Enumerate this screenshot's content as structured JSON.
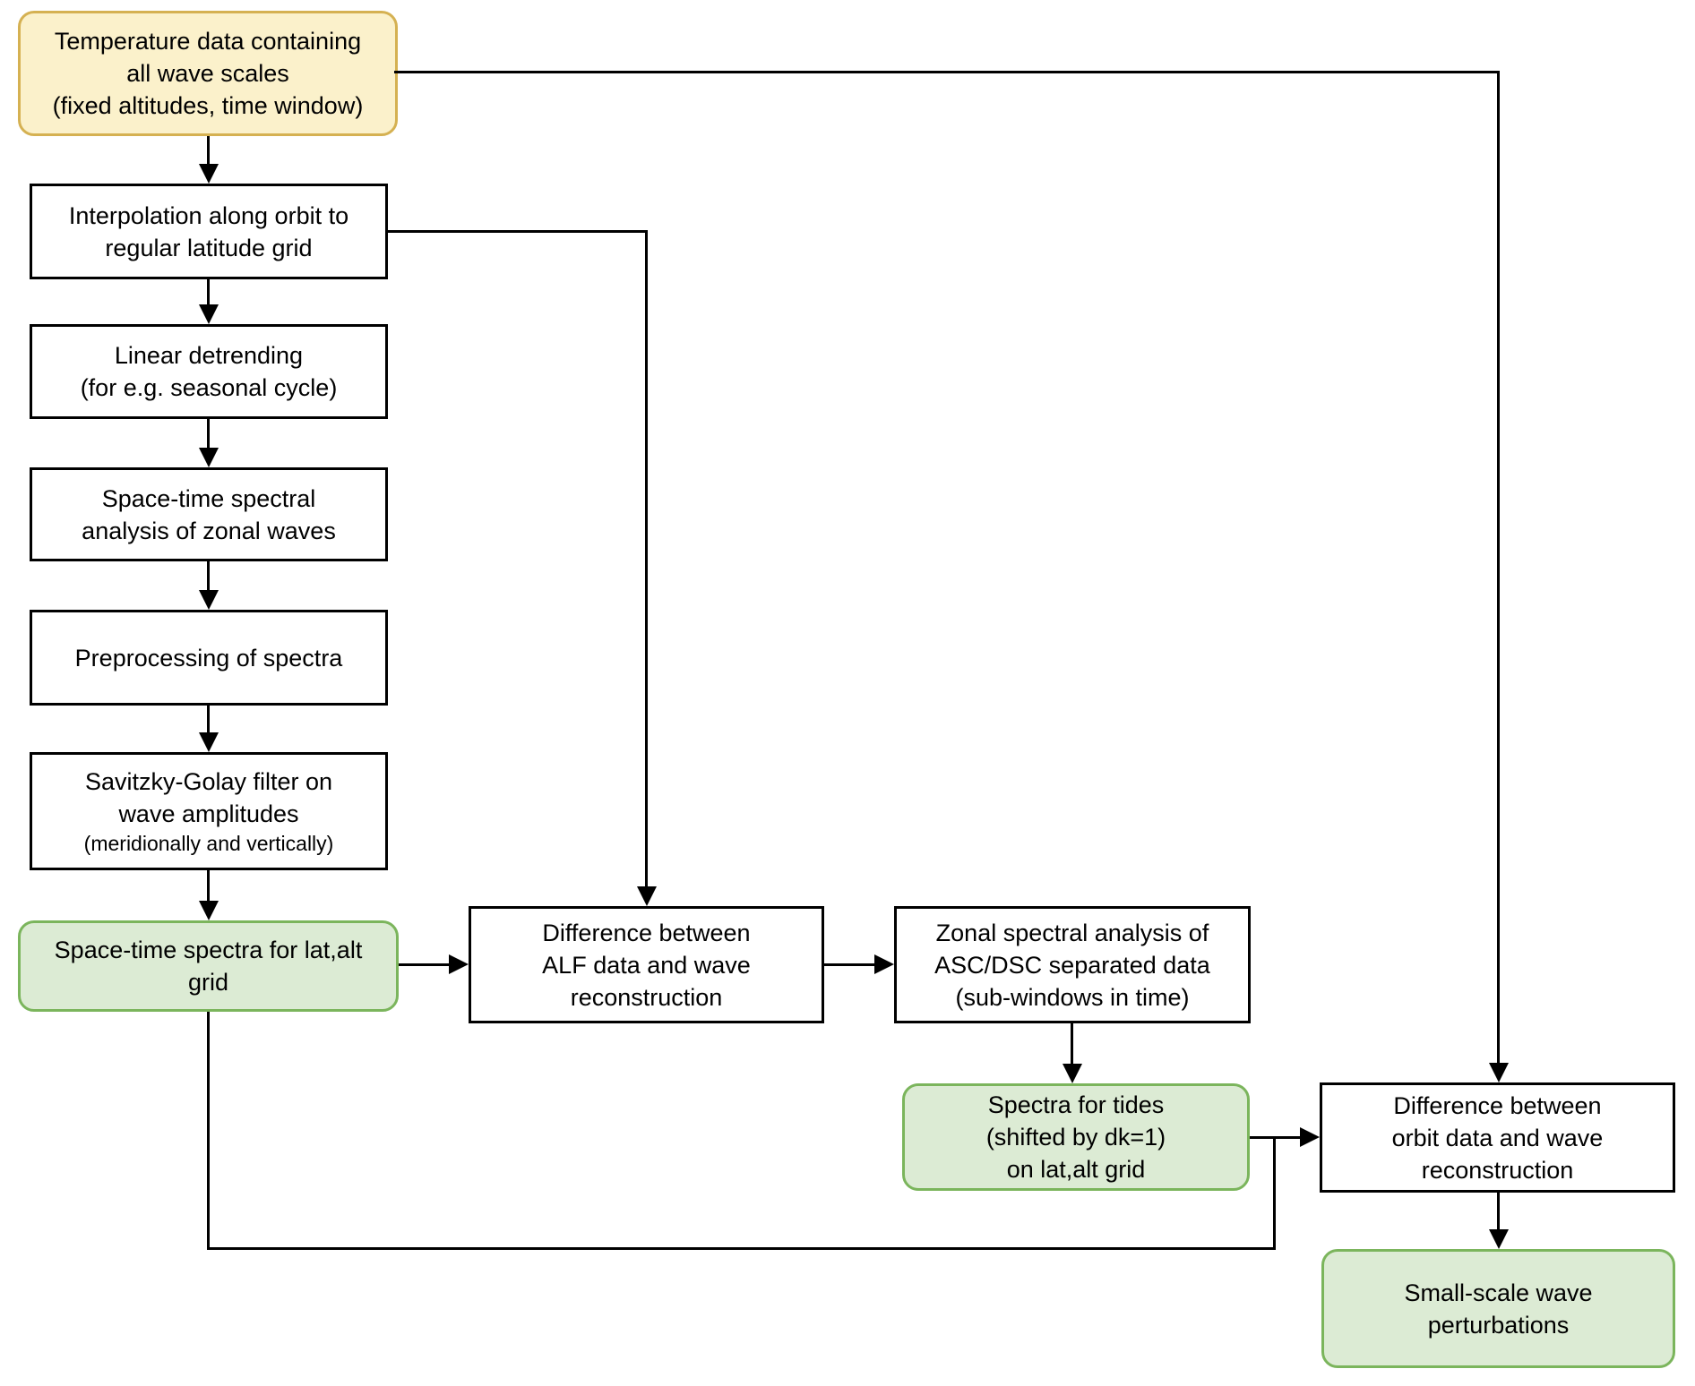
{
  "colors": {
    "input_fill": "#FBF1CB",
    "input_stroke": "#D5B152",
    "output_fill": "#DCEBD4",
    "output_stroke": "#7BB55C",
    "process_fill": "#FFFFFF",
    "process_stroke": "#000000",
    "connector": "#000000"
  },
  "nodes": {
    "temperature": {
      "type": "input",
      "lines": [
        "Temperature data containing",
        "all wave scales",
        "(fixed altitudes, time window)"
      ]
    },
    "interpolation": {
      "type": "process",
      "lines": [
        "Interpolation along orbit to",
        "regular latitude grid"
      ]
    },
    "linear": {
      "type": "process",
      "lines": [
        "Linear detrending",
        "(for e.g. seasonal cycle)"
      ]
    },
    "spacetime": {
      "type": "process",
      "lines": [
        "Space-time spectral",
        "analysis of zonal waves"
      ]
    },
    "preprocessing": {
      "type": "process",
      "lines": [
        "Preprocessing of spectra"
      ]
    },
    "savgol": {
      "type": "process",
      "lines": [
        "Savitzky-Golay filter on",
        "wave amplitudes",
        "(meridionally and vertically)"
      ]
    },
    "latalt": {
      "type": "output",
      "lines": [
        "Space-time spectra for lat,alt",
        "grid"
      ]
    },
    "alf": {
      "type": "process",
      "lines": [
        "Difference between",
        "ALF data and wave",
        "reconstruction"
      ]
    },
    "zonal": {
      "type": "process",
      "lines": [
        "Zonal spectral analysis of",
        "ASC/DSC separated data",
        "(sub-windows in time)"
      ]
    },
    "tides": {
      "type": "output",
      "lines": [
        "Spectra for tides",
        "(shifted by dk=1)",
        "on lat,alt grid"
      ]
    },
    "orbit": {
      "type": "process",
      "lines": [
        "Difference between",
        "orbit data and wave",
        "reconstruction"
      ]
    },
    "smallscale": {
      "type": "output",
      "lines": [
        "Small-scale wave",
        "perturbations"
      ]
    }
  }
}
